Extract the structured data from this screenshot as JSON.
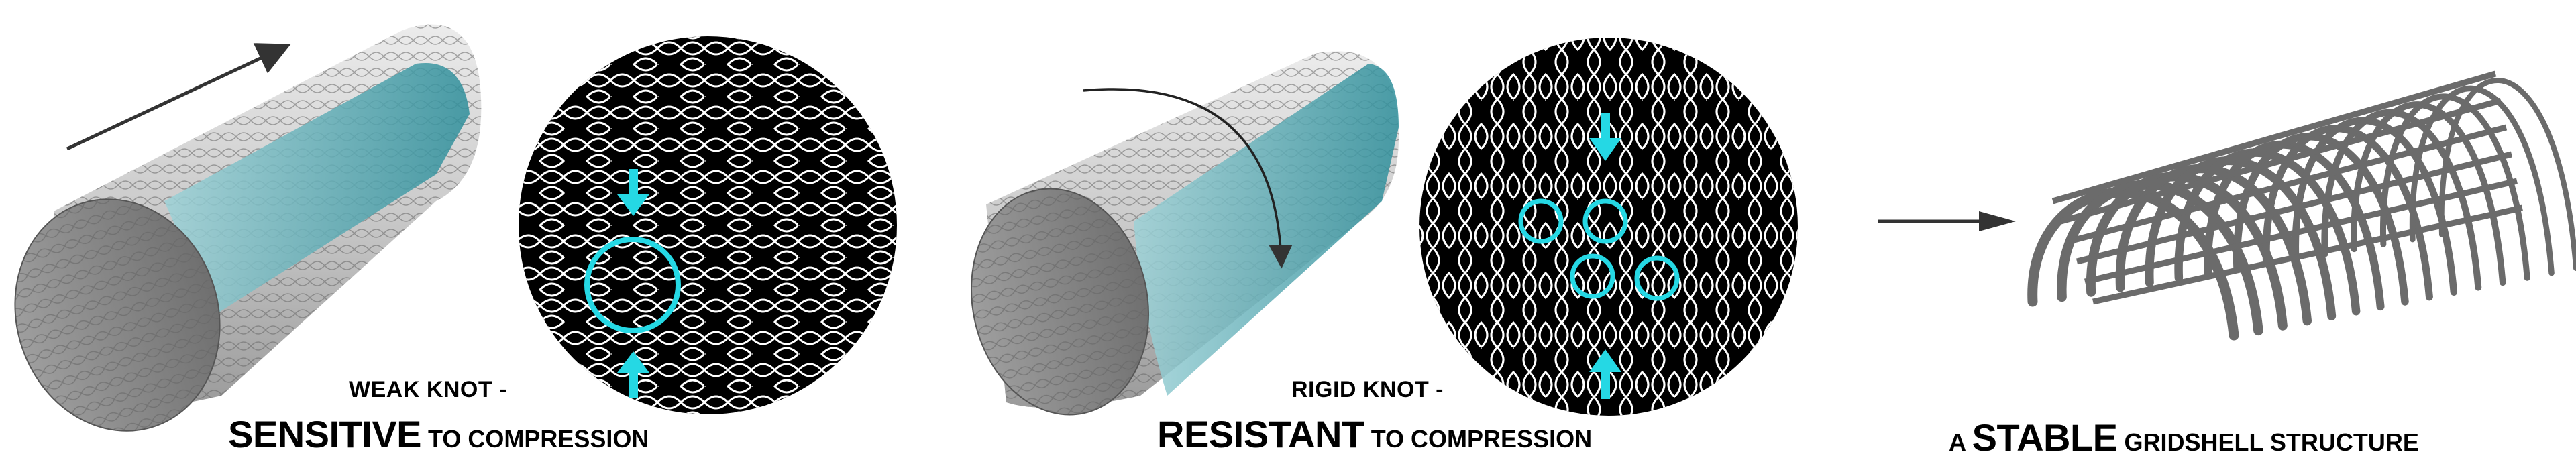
{
  "panel_weak": {
    "title_line": "WEAK  KNOT -",
    "emphasis": "SENSITIVE",
    "rest": " TO COMPRESSION"
  },
  "panel_rigid": {
    "title_line": "RIGID KNOT -",
    "emphasis": "RESISTANT",
    "rest": " TO COMPRESSION"
  },
  "panel_stable": {
    "prefix": "A ",
    "emphasis": "STABLE",
    "rest": " GRIDSHELL STRUCTURE"
  },
  "colors": {
    "accent_cyan": "#25d8e4",
    "teal_strip": "#3c9fab",
    "mesh_gray": "#b9b9b9",
    "structure_gray": "#6b6b6b",
    "arrow_dark": "#333333"
  }
}
